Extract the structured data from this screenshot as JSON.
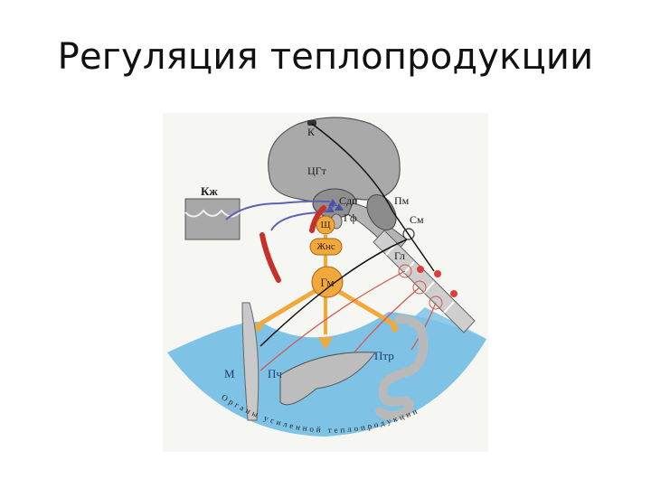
{
  "slide": {
    "title": "Регуляция теплопродукции"
  },
  "diagram": {
    "labels": {
      "cortex": "К",
      "heat_center": "ЦГт",
      "midbrain": "Сдп",
      "medulla": "Пм",
      "pituitary": "Гф",
      "spinal_cord": "См",
      "ganglion": "Гл",
      "skin": "Кж",
      "thyroid": "Щ",
      "adrenal": "Жнс",
      "hormones": "Гм",
      "muscle": "М",
      "liver": "Пч",
      "gut": "Птр"
    },
    "arc_caption": "Органы усиленной теплопродукции",
    "colors": {
      "brain_gray": "#a9a9a9",
      "nerve_blue": "#5b63b0",
      "vessel_red": "#c8312b",
      "hormone_orange": "#f2a93b",
      "efferent_red": "#d9534a",
      "organ_zone_blue": "#7ec3e6",
      "label_blue": "#1d3e63"
    }
  }
}
